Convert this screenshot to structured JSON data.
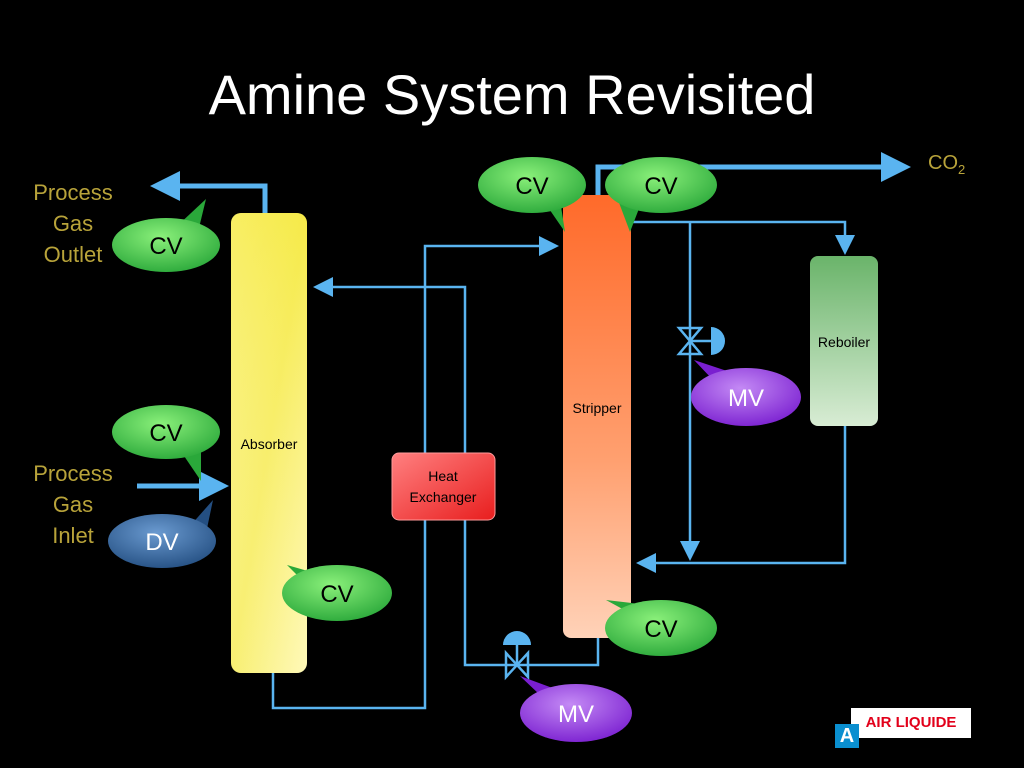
{
  "title": "Amine System Revisited",
  "streams": {
    "outlet": [
      "Process",
      "Gas",
      "Outlet"
    ],
    "inlet": [
      "Process",
      "Gas",
      "Inlet"
    ],
    "co2_base": "CO",
    "co2_sub": "2"
  },
  "units": {
    "absorber": "Absorber",
    "stripper": "Stripper",
    "reboiler": "Reboiler",
    "heat_exchanger": [
      "Heat",
      "Exchanger"
    ]
  },
  "bubbles": [
    {
      "id": "cv-outlet",
      "text": "CV",
      "type": "CV"
    },
    {
      "id": "cv-inlet",
      "text": "CV",
      "type": "CV"
    },
    {
      "id": "dv-inlet",
      "text": "DV",
      "type": "DV"
    },
    {
      "id": "cv-absorber-bottom",
      "text": "CV",
      "type": "CV"
    },
    {
      "id": "cv-stripper-top-left",
      "text": "CV",
      "type": "CV"
    },
    {
      "id": "cv-stripper-top-right",
      "text": "CV",
      "type": "CV"
    },
    {
      "id": "mv-steam",
      "text": "MV",
      "type": "MV"
    },
    {
      "id": "cv-stripper-bottom",
      "text": "CV",
      "type": "CV"
    },
    {
      "id": "mv-bottom",
      "text": "MV",
      "type": "MV"
    }
  ],
  "colors": {
    "background": "#000000",
    "pipe": "#5ab4f0",
    "cv_fill": "#3cc84a",
    "mv_fill": "#9a35e6",
    "dv_fill": "#2f6aa6",
    "label_gold": "#b8a33a"
  },
  "logo": {
    "text": "AIR LIQUIDE",
    "mark": "A"
  }
}
